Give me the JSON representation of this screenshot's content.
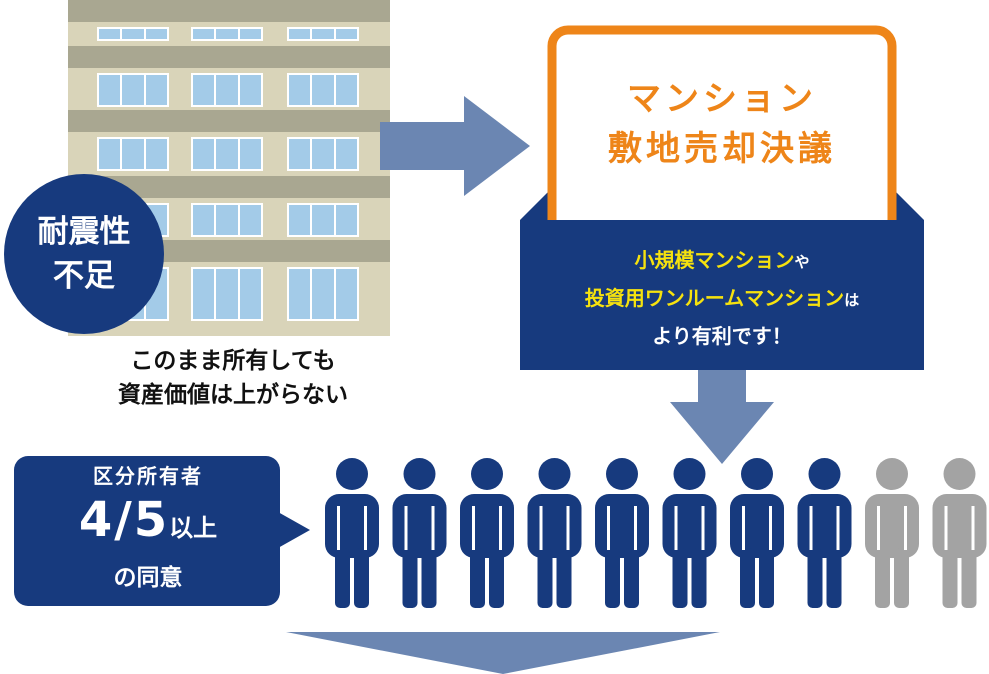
{
  "colors": {
    "navy": "#173a7e",
    "orange": "#ee8519",
    "yellow": "#f6e20e",
    "arrow": "#6b86b2",
    "person_active": "#173a7e",
    "person_inactive": "#a3a3a3"
  },
  "building": {
    "badge_line1": "耐震性",
    "badge_line2": "不足",
    "caption_line1": "このまま所有しても",
    "caption_line2": "資産価値は上がらない"
  },
  "resolution": {
    "title_line1": "マンション",
    "title_line2": "敷地売却決議"
  },
  "note": {
    "line1_main": "小規模マンション",
    "line1_suffix": "や",
    "line2_main": "投資用ワンルームマンション",
    "line2_suffix": "は",
    "line3": "より有利です！"
  },
  "consent": {
    "line1": "区分所有者",
    "fraction": "4/5",
    "fraction_suffix": "以上",
    "line3": "の同意"
  },
  "owners": {
    "total": 10,
    "consenting": 8
  }
}
